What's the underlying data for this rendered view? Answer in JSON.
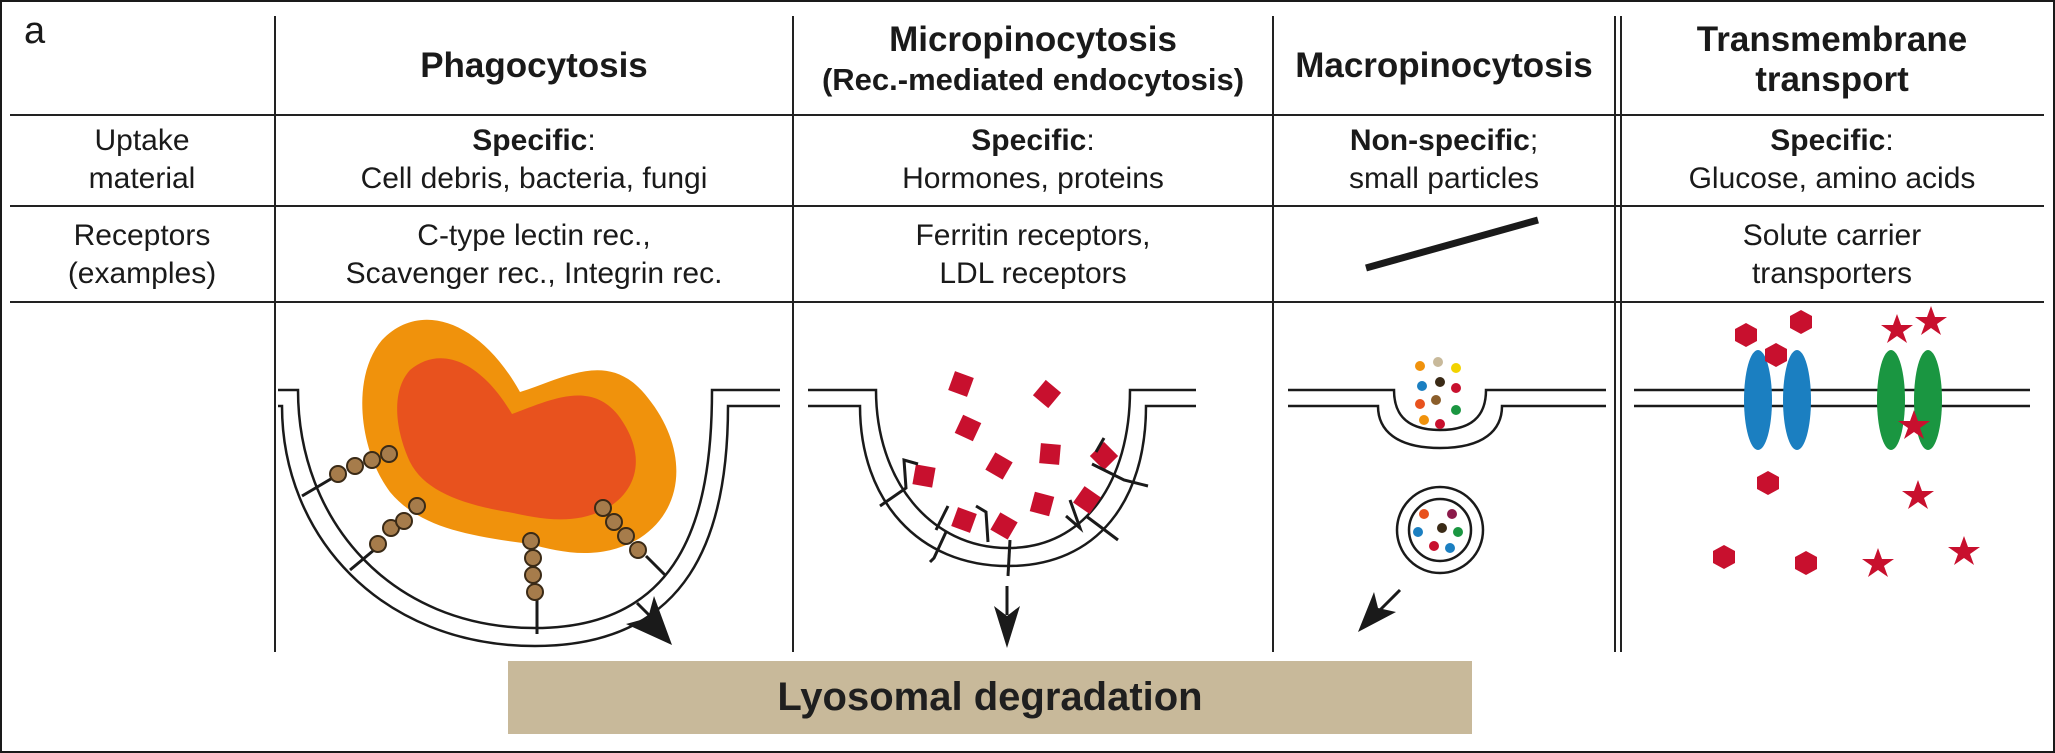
{
  "panel_letter": "a",
  "columns": [
    {
      "title": "Phagocytosis",
      "subtitle": "",
      "uptake_bold": "Specific",
      "uptake_sep": ":",
      "uptake_line2": "Cell debris, bacteria, fungi",
      "receptors_line1": "C-type lectin rec.,",
      "receptors_line2": "Scavenger rec., Integrin rec."
    },
    {
      "title": "Micropinocytosis",
      "subtitle": "(Rec.-mediated endocytosis)",
      "uptake_bold": "Specific",
      "uptake_sep": ":",
      "uptake_line2": "Hormones, proteins",
      "receptors_line1": "Ferritin receptors,",
      "receptors_line2": "LDL receptors"
    },
    {
      "title": "Macropinocytosis",
      "subtitle": "",
      "uptake_bold": "Non-specific",
      "uptake_sep": ";",
      "uptake_line2": "small particles",
      "receptors_line1": "",
      "receptors_line2": ""
    },
    {
      "title": "Transmembrane",
      "subtitle": "transport",
      "uptake_bold": "Specific",
      "uptake_sep": ":",
      "uptake_line2": "Glucose, amino acids",
      "receptors_line1": "Solute carrier",
      "receptors_line2": "transporters"
    }
  ],
  "row_labels": {
    "uptake_line1": "Uptake",
    "uptake_line2": "material",
    "receptors_line1": "Receptors",
    "receptors_line2": "(examples)"
  },
  "banner": "Lyosomal degradation",
  "colors": {
    "particle_outer": "#f0920c",
    "particle_inner": "#e8521e",
    "receptor_bead": "#a67c4b",
    "ligand_red": "#c8102e",
    "transporter_blue": "#1b7fc1",
    "transporter_green": "#1a9641",
    "banner_bg": "#c8b99a"
  }
}
